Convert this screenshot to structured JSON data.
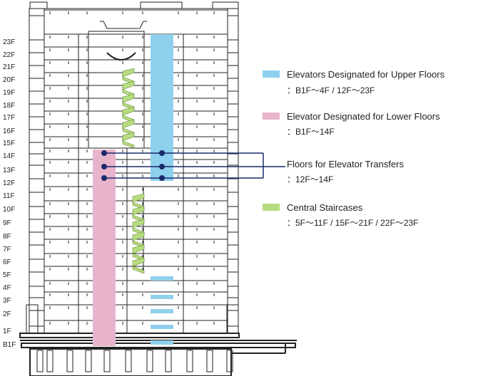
{
  "floors": [
    "23F",
    "22F",
    "21F",
    "20F",
    "19F",
    "18F",
    "17F",
    "16F",
    "15F",
    "14F",
    "13F",
    "12F",
    "11F",
    "10F",
    "9F",
    "8F",
    "7F",
    "6F",
    "5F",
    "4F",
    "3F",
    "2F",
    "1F",
    "B1F"
  ],
  "legend": [
    {
      "id": "upper",
      "color": "#8fd0ec",
      "label": "Elevators Designated for Upper Floors",
      "sub": "：B1F～4F / 12F～23F"
    },
    {
      "id": "lower",
      "color": "#e8b4cc",
      "label": "Elevator Designated for Lower Floors",
      "sub": "：B1F～14F"
    },
    {
      "id": "transfer",
      "color": "#1a2a6b",
      "label": "Floors for Elevator Transfers",
      "sub": "：12F～14F"
    },
    {
      "id": "stairs",
      "color": "#b6dc80",
      "label": "Central Staircases",
      "sub": "：5F～11F / 15F～21F / 22F～23F"
    }
  ],
  "colors": {
    "line": "#222222",
    "upper": "#8fd0ec",
    "lower": "#e8b4cc",
    "stairs": "#b6dc80",
    "transfer": "#1a2a6b"
  }
}
